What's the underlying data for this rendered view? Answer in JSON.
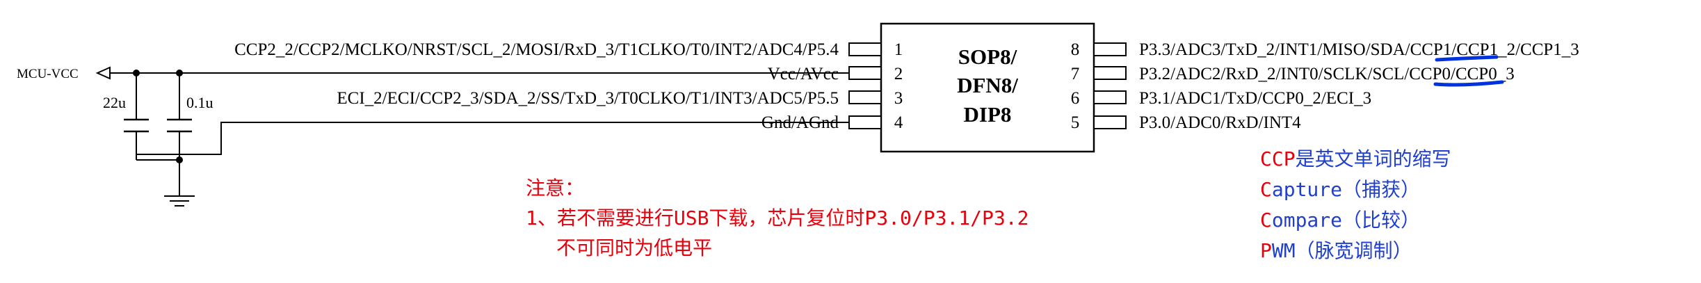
{
  "chip": {
    "name_line1": "SOP8/",
    "name_line2": "DFN8/",
    "name_line3": "DIP8",
    "left_pins": [
      {
        "number": "1",
        "label": "CCP2_2/CCP2/MCLKO/NRST/SCL_2/MOSI/RxD_3/T1CLKO/T0/INT2/ADC4/P5.4"
      },
      {
        "number": "2",
        "label": "Vcc/AVcc"
      },
      {
        "number": "3",
        "label": "ECI_2/ECI/CCP2_3/SDA_2/SS/TxD_3/T0CLKO/T1/INT3/ADC5/P5.5"
      },
      {
        "number": "4",
        "label": "Gnd/AGnd"
      }
    ],
    "right_pins": [
      {
        "number": "8",
        "label_pre": "P3.3/ADC3/TxD_2/INT1/MISO/SDA/",
        "label_hl": "CCP1",
        "label_post": "/CCP1_2/CCP1_3"
      },
      {
        "number": "7",
        "label_pre": "P3.2/ADC2/RxD_2/INT0/SCLK/SCL/",
        "label_hl": "CCP0",
        "label_post": "/CCP0_3"
      },
      {
        "number": "6",
        "label_pre": "P3.1/ADC1/TxD/CCP0_2/ECI_3",
        "label_hl": "",
        "label_post": ""
      },
      {
        "number": "5",
        "label_pre": "P3.0/ADC0/RxD/INT4",
        "label_hl": "",
        "label_post": ""
      }
    ]
  },
  "power": {
    "net_label": "MCU-VCC",
    "cap1": "22u",
    "cap2": "0.1u"
  },
  "note": {
    "title": "注意：",
    "line1": "1、若不需要进行USB下载，芯片复位时P3.0/P3.1/P3.2",
    "line2": "不可同时为低电平"
  },
  "ccp_legend": {
    "title_red": "CCP",
    "title_rest": "是英文单词的缩写",
    "items": [
      {
        "red": "C",
        "rest": "apture（捕获）"
      },
      {
        "red": "C",
        "rest": "ompare（比较）"
      },
      {
        "red": "P",
        "rest": "WM（脉宽调制）"
      }
    ]
  },
  "colors": {
    "line": "#000000",
    "note_red": "#e8000b",
    "legend_blue": "#1f3fcf",
    "underline_blue": "#0033dd"
  }
}
